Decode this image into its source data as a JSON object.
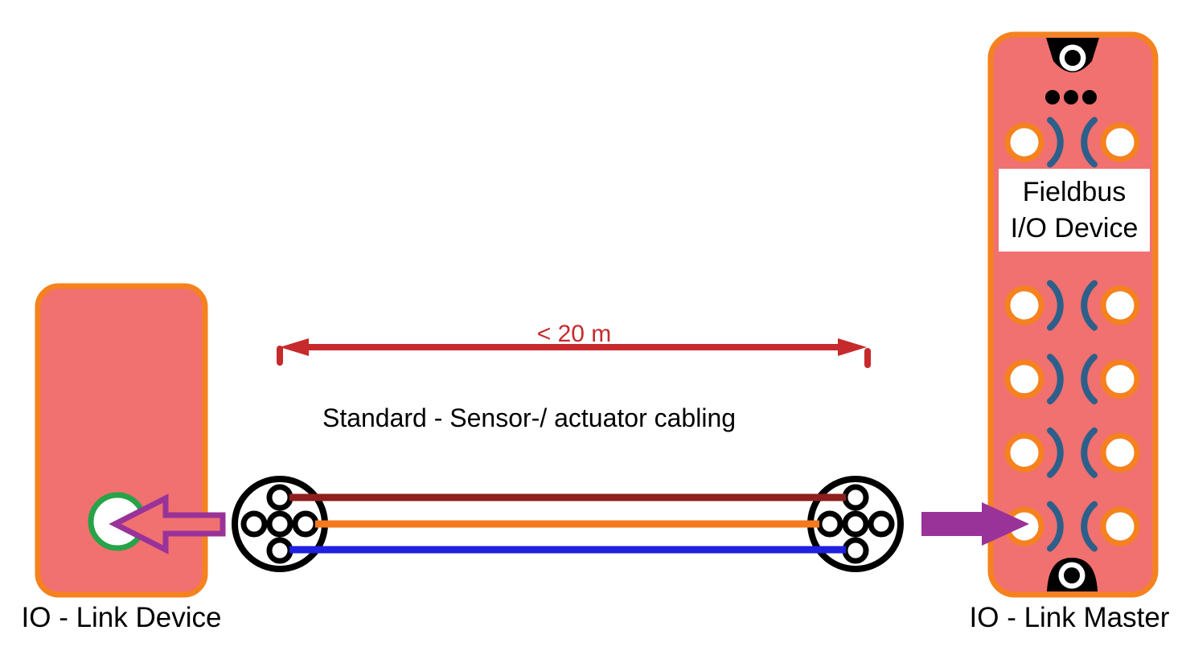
{
  "page": {
    "background": "#FFFFFF"
  },
  "colors": {
    "device_fill": "#F17070",
    "device_outline": "#F5821F",
    "port_ring_orange": "#F5821F",
    "port_arc_blue": "#2C5F8A",
    "wire_dark_red": "#8E1E1E",
    "wire_orange": "#F5791E",
    "wire_blue": "#2020E0",
    "arrow_purple": "#993399",
    "measure_red": "#C62A2C",
    "green_port": "#27A348",
    "connector_outline": "#000000",
    "label_text": "#000000",
    "fieldbus_label_bg": "#FFFFFF"
  },
  "device": {
    "label": "IO - Link Device",
    "port_count": 1
  },
  "master": {
    "label": "IO - Link Master",
    "fieldbus_label_line1": "Fieldbus",
    "fieldbus_label_line2": "I/O Device",
    "port_rows": 5,
    "status_dots": 3
  },
  "cable": {
    "distance_label": "< 20 m",
    "type_label": "Standard - Sensor-/ actuator cabling",
    "pins_per_connector": 5,
    "wire_colors": [
      "dark_red",
      "orange",
      "blue"
    ]
  }
}
